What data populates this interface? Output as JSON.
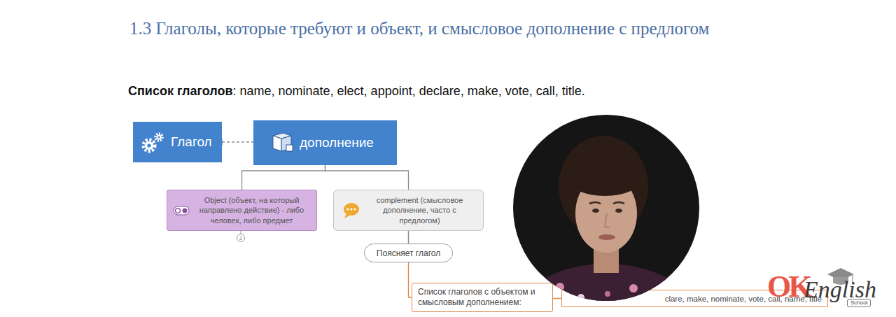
{
  "diagram": {
    "title": "1.3 Глаголы, которые требуют и объект, и смысловое дополнение с предлогом",
    "nodes": [
      {
        "text": [
          "Глагол"
        ]
      },
      {
        "text": [
          "дополнение"
        ]
      },
      {
        "text": [
          "Object (объект, на который направлено действие) - либо человек, либо предмет"
        ]
      },
      {
        "text": [
          "complement (смысловое дополнение, часто с предлогом)"
        ]
      },
      {
        "text": [
          "Поясняет глагол"
        ]
      },
      {
        "text": [
          "Список глаголов с объектом и смысловым дополнением:"
        ]
      },
      {
        "text": [
          "clare, make, nominate, vote, call, name, title"
        ]
      }
    ],
    "edges": [
      {
        "from": 0,
        "to": 1,
        "arrow": "none"
      },
      {
        "from": 1,
        "to": 2,
        "arrow": "none"
      },
      {
        "from": 1,
        "to": 3,
        "arrow": "none"
      },
      {
        "from": 3,
        "to": 4,
        "arrow": "none"
      },
      {
        "from": 3,
        "to": 5,
        "arrow": "none"
      },
      {
        "from": 5,
        "to": 6,
        "arrow": "none"
      }
    ],
    "labels": [
      "Список глаголов",
      ": name, nominate, elect, appoint, declare, make, vote, call, title.",
      "2",
      "OK",
      "English",
      "School"
    ]
  }
}
